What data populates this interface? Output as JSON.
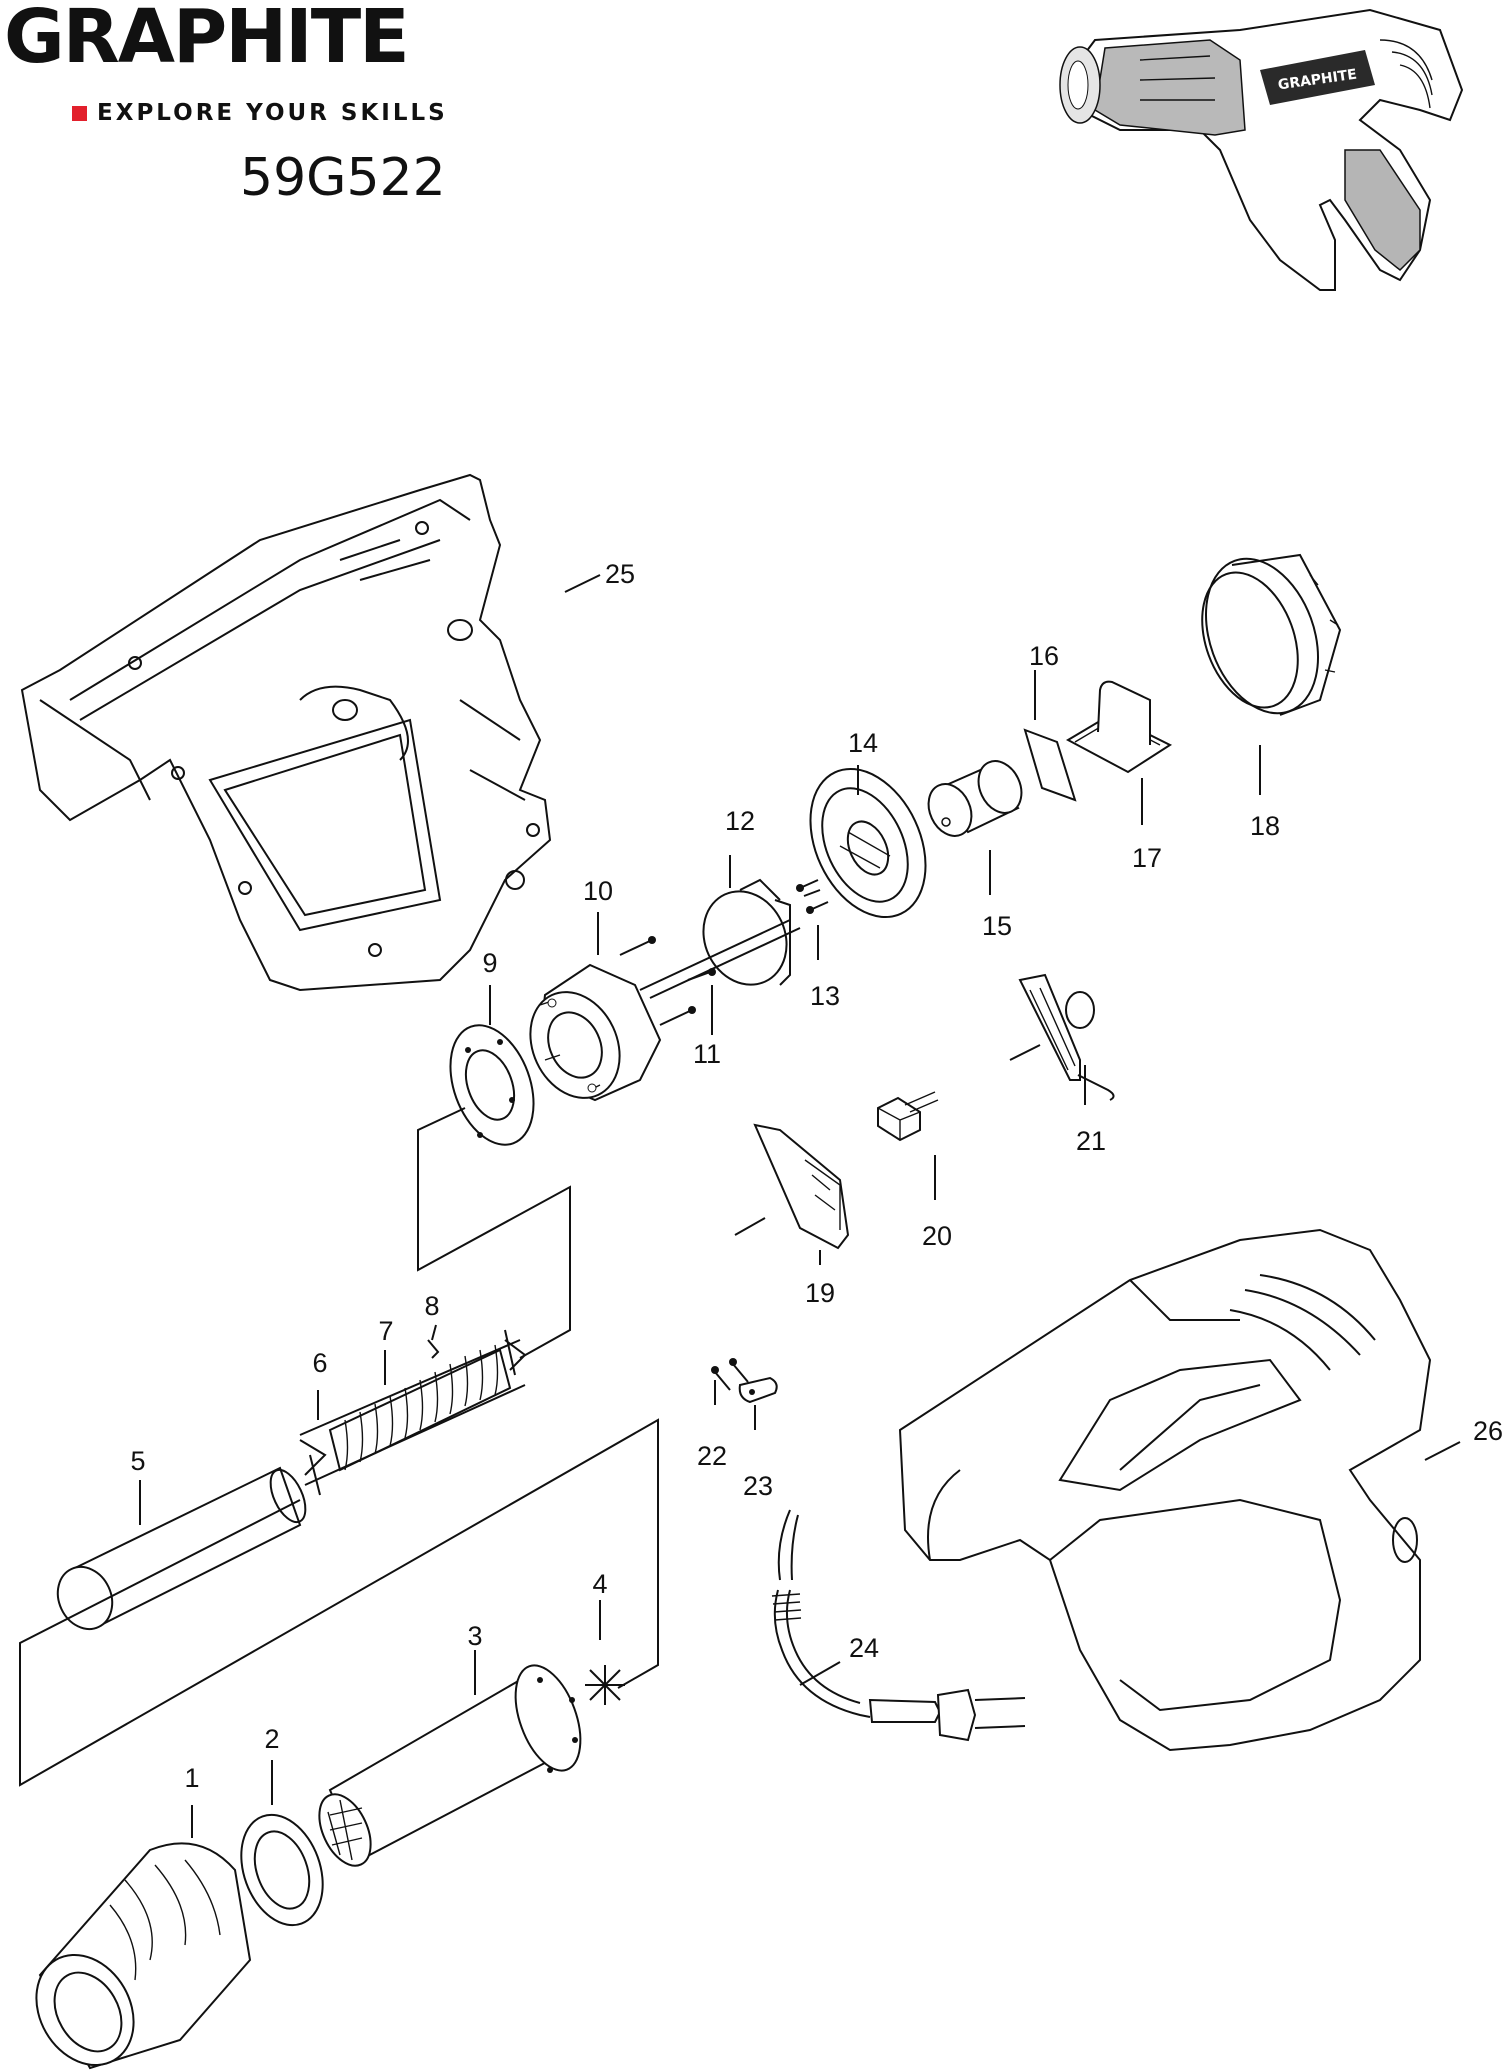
{
  "header": {
    "brand": "GRAPHITE",
    "tagline": "EXPLORE YOUR SKILLS",
    "model": "59G522"
  },
  "colors": {
    "accent": "#e2202c",
    "ink": "#111111",
    "grip_gray": "#b5b5b5"
  },
  "thumbnail": {
    "badge": "GRAPHITE"
  },
  "parts": [
    "1",
    "2",
    "3",
    "4",
    "5",
    "6",
    "7",
    "8",
    "9",
    "10",
    "11",
    "12",
    "13",
    "14",
    "15",
    "16",
    "17",
    "18",
    "19",
    "20",
    "21",
    "22",
    "23",
    "24",
    "25",
    "26"
  ]
}
